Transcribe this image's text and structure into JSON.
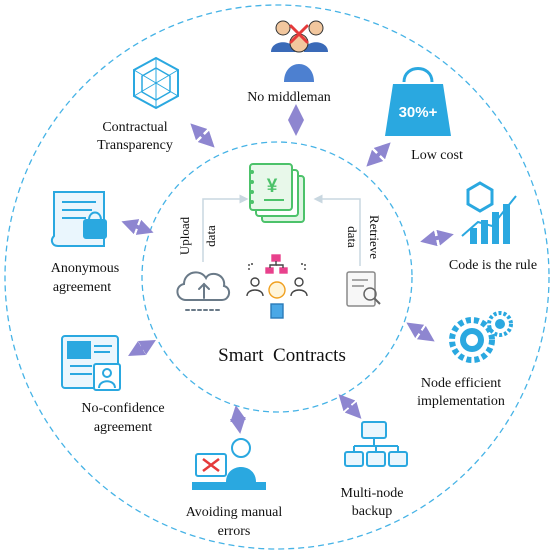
{
  "center": {
    "title": "Smart  Contracts",
    "left_label_1": "Upload",
    "left_label_2": "data",
    "right_label_1": "Retrieve",
    "right_label_2": "data",
    "doc_symbol": "¥"
  },
  "nodes": {
    "middleman": "No middleman",
    "low_cost": "Low cost",
    "low_cost_badge": "30%+",
    "code_rule": "Code is the rule",
    "node_efficient_1": "Node efficient",
    "node_efficient_2": "implementation",
    "multi_node_1": "Multi-node",
    "multi_node_2": "backup",
    "manual_errors_1": "Avoiding manual",
    "manual_errors_2": "errors",
    "no_confidence_1": "No-confidence",
    "no_confidence_2": "agreement",
    "anonymous_1": "Anonymous",
    "anonymous_2": "agreement",
    "transparency_1": "Contractual",
    "transparency_2": "Transparency"
  },
  "colors": {
    "accent": "#2aa8e0",
    "arrow": "#8e86d0",
    "green": "#4cc26a",
    "dashed": "#46b3e6"
  }
}
